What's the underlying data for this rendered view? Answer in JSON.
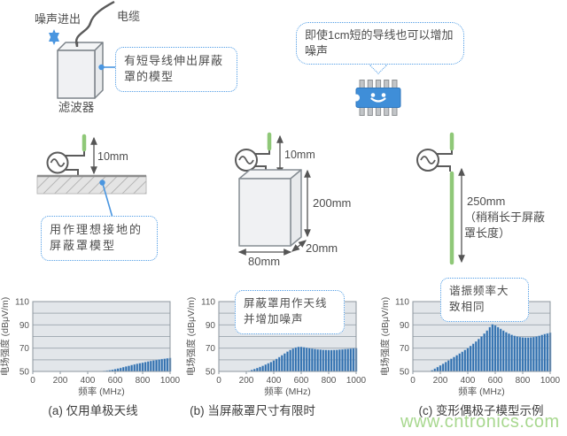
{
  "top_left": {
    "noise_label": "噪声进出",
    "cable_label": "电缆",
    "filter_label": "滤波器",
    "callout": "有短导线伸出屏蔽罩的模型"
  },
  "top_right": {
    "bubble": "即使1cm短的导线也可以增加噪声"
  },
  "models": {
    "a": {
      "height": "10mm",
      "callout": "用作理想接地的屏蔽罩模型"
    },
    "b": {
      "height": "10mm",
      "box_height": "200mm",
      "box_depth": "20mm",
      "box_width": "80mm"
    },
    "c": {
      "length": "250mm",
      "note": "（稍稍长于屏蔽罩长度）"
    }
  },
  "colors": {
    "accent_blue": "#4a96e0",
    "callout_border": "#4f9ce5",
    "bar_blue": "#2d6dad",
    "bar_edge": "#7fa9d2",
    "plot_bg": "#e2e6ea",
    "grid_gray": "#a4adb5",
    "wire_green": "#8fc878",
    "chip_blue": "#3f8ed8",
    "watermark_green": "#a8d88f"
  },
  "chart_data": [
    {
      "type": "bar",
      "caption": "(a) 仅用单极天线",
      "annotation": null,
      "xlabel": "频率 (MHz)",
      "ylabel": "电场强度 (dBμV/m)",
      "xlim": [
        0,
        1000
      ],
      "ylim": [
        50,
        110
      ],
      "xticks": [
        0,
        200,
        400,
        600,
        800,
        1000
      ],
      "yticks": [
        50,
        70,
        90,
        110
      ],
      "grid": true,
      "legend": false,
      "bars": {
        "start": 520,
        "step": 20,
        "values": [
          50.4,
          50.7,
          51.0,
          51.4,
          51.9,
          52.4,
          53.0,
          53.6,
          54.2,
          54.8,
          55.4,
          56.0,
          56.5,
          57.0,
          57.5,
          58.0,
          58.5,
          59.0,
          59.4,
          59.8,
          60.2,
          60.6,
          60.9,
          61.2,
          61.5
        ]
      }
    },
    {
      "type": "bar",
      "caption": "(b) 当屏蔽罩尺寸有限时",
      "annotation": "屏蔽罩用作天线并增加噪声",
      "xlabel": "频率 (MHz)",
      "ylabel": "电场强度 (dBμV/m)",
      "xlim": [
        0,
        1000
      ],
      "ylim": [
        50,
        110
      ],
      "xticks": [
        0,
        200,
        400,
        600,
        800,
        1000
      ],
      "yticks": [
        50,
        70,
        90,
        110
      ],
      "grid": true,
      "legend": false,
      "bars": {
        "start": 220,
        "step": 20,
        "values": [
          50.4,
          51.2,
          52.0,
          52.9,
          53.8,
          54.8,
          55.8,
          56.9,
          58.0,
          59.3,
          60.7,
          62.2,
          63.8,
          65.4,
          67.0,
          68.4,
          69.6,
          70.5,
          71.0,
          71.0,
          70.7,
          70.3,
          69.9,
          69.5,
          69.2,
          68.9,
          68.7,
          68.5,
          68.4,
          68.3,
          68.3,
          68.4,
          68.5,
          68.7,
          68.9,
          69.1,
          69.3,
          69.5,
          69.8,
          70.0
        ]
      }
    },
    {
      "type": "bar",
      "caption": "(c) 变形偶极子模型示例",
      "annotation": "谐振频率大致相同",
      "xlabel": "频率 (MHz)",
      "ylabel": "电场强度 (dBμV/m)",
      "xlim": [
        0,
        1000
      ],
      "ylim": [
        50,
        110
      ],
      "xticks": [
        0,
        200,
        400,
        600,
        800,
        1000
      ],
      "yticks": [
        50,
        70,
        90,
        110
      ],
      "grid": true,
      "legend": false,
      "bars": {
        "start": 140,
        "step": 20,
        "values": [
          51.0,
          52.3,
          53.7,
          55.1,
          56.5,
          58.0,
          59.4,
          60.9,
          62.3,
          63.8,
          65.3,
          66.8,
          68.4,
          70.0,
          71.8,
          73.7,
          75.7,
          77.8,
          80.0,
          82.5,
          85.0,
          88.0,
          90.5,
          89.5,
          88.0,
          86.5,
          85.0,
          83.6,
          82.4,
          81.4,
          80.6,
          80.0,
          79.5,
          79.2,
          79.0,
          79.0,
          79.2,
          79.5,
          80.0,
          80.6,
          81.3,
          82.0,
          82.6,
          83.2
        ]
      }
    }
  ],
  "watermark": "www.cntronics.com"
}
